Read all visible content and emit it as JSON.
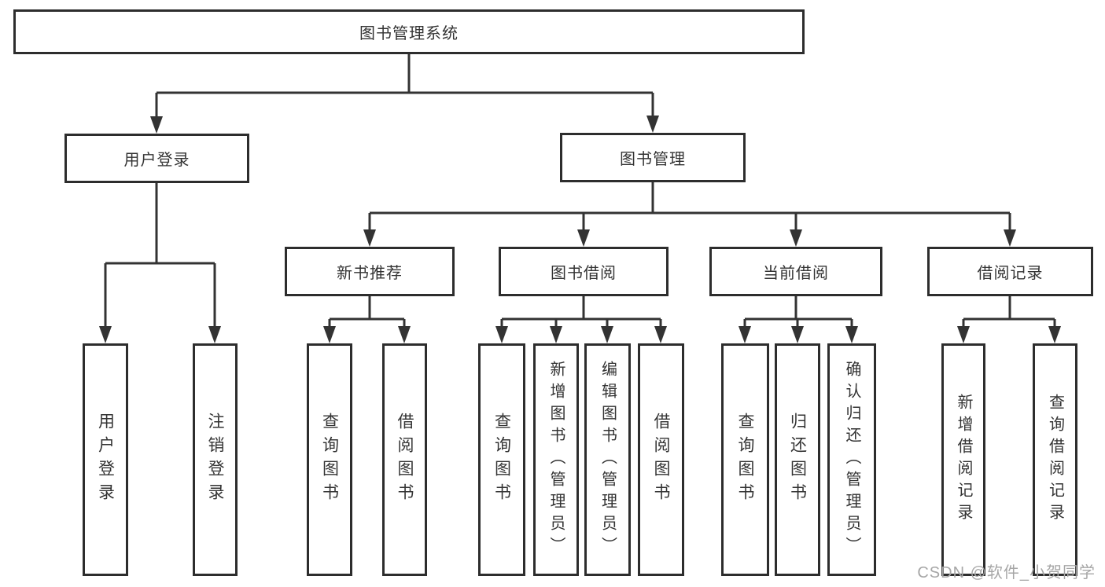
{
  "diagram_title": "图书管理系统",
  "tree": {
    "label": "图书管理系统",
    "children": [
      {
        "label": "用户登录",
        "children": [
          {
            "label": "用户登录"
          },
          {
            "label": "注销登录"
          }
        ]
      },
      {
        "label": "图书管理",
        "children": [
          {
            "label": "新书推荐",
            "children": [
              {
                "label": "查询图书"
              },
              {
                "label": "借阅图书"
              }
            ]
          },
          {
            "label": "图书借阅",
            "children": [
              {
                "label": "查询图书"
              },
              {
                "label": "新增图书（管理员）"
              },
              {
                "label": "编辑图书（管理员）"
              },
              {
                "label": "借阅图书"
              }
            ]
          },
          {
            "label": "当前借阅",
            "children": [
              {
                "label": "查询图书"
              },
              {
                "label": "归还图书"
              },
              {
                "label": "确认归还（管理员）"
              }
            ]
          },
          {
            "label": "借阅记录",
            "children": [
              {
                "label": "新增借阅记录"
              },
              {
                "label": "查询借阅记录"
              }
            ]
          }
        ]
      }
    ]
  },
  "watermark": "CSDN @软件_小贺同学",
  "colors": {
    "line": "#333333",
    "border": "#2d2d2d",
    "text": "#333333",
    "watermark": "#a6a6a6",
    "background": "#ffffff"
  }
}
